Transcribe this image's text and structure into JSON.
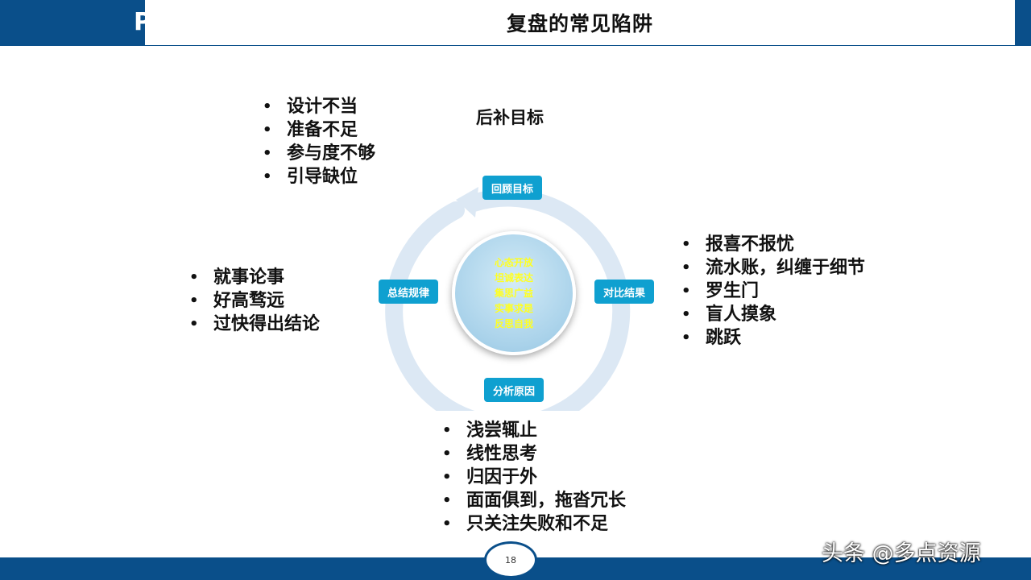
{
  "header": {
    "title": "复盘的常见陷阱",
    "band_letter": "P"
  },
  "cycle": {
    "nodes": {
      "top": "回顾目标",
      "right": "对比结果",
      "bottom": "分析原因",
      "left": "总结规律"
    },
    "center_lines": [
      "心态开放",
      "坦诚表达",
      "集思广益",
      "实事求是",
      "反思自我"
    ]
  },
  "top_label": "后补目标",
  "lists": {
    "top_left": [
      "设计不当",
      "准备不足",
      "参与度不够",
      "引导缺位"
    ],
    "left": [
      "就事论事",
      "好高骛远",
      "过快得出结论"
    ],
    "right": [
      "报喜不报忧",
      "流水账，纠缠于细节",
      "罗生门",
      "盲人摸象",
      "跳跃"
    ],
    "bottom": [
      "浅尝辄止",
      "线性思考",
      "归因于外",
      "面面俱到，拖沓冗长",
      "只关注失败和不足"
    ]
  },
  "footer": {
    "page_number": "18"
  },
  "watermark": "头条 @多点资源",
  "colors": {
    "band": "#0a4f8a",
    "node": "#0fa0d0",
    "ring": "#dce8f4",
    "center_text": "#ffff22"
  }
}
